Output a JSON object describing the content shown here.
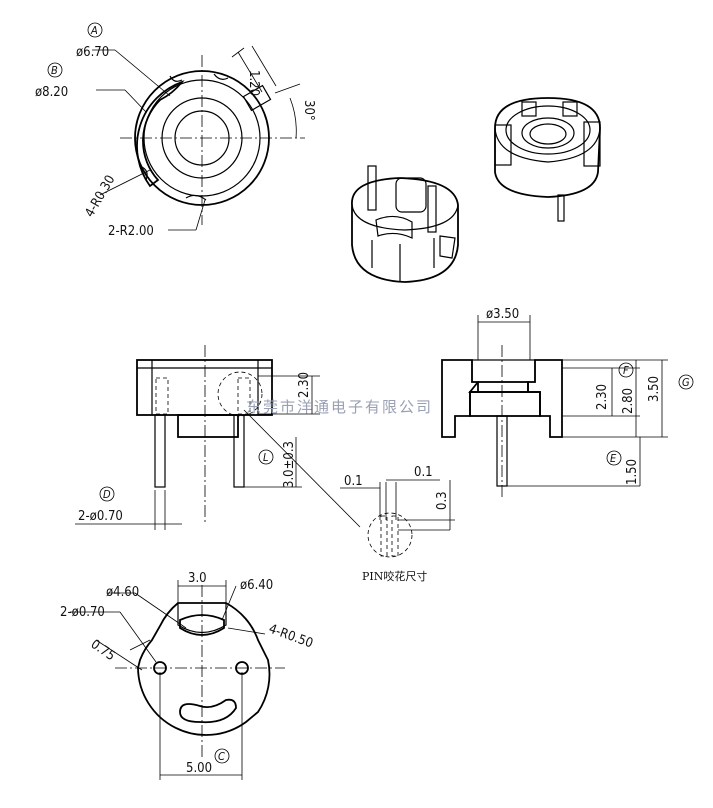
{
  "labels": {
    "A": "A",
    "B": "B",
    "C": "C",
    "D": "D",
    "E": "E",
    "F": "F",
    "G": "G",
    "L": "L"
  },
  "top_view": {
    "dia_inner": "ø6.70",
    "dia_outer": "ø8.20",
    "slot_width": "1.20",
    "slot_angle": "30°",
    "notch_radius": "4-R0.30",
    "groove_radius": "2-R2.00"
  },
  "front_view": {
    "pin_height_small": "2.30",
    "pin_length": "3.0±0.3",
    "pin_dia": "2-ø0.70"
  },
  "section_view": {
    "bore_dia": "ø3.50",
    "h1": "2.30",
    "h2": "2.80",
    "h3": "3.50",
    "pin_len": "1.50"
  },
  "pin_detail": {
    "w1": "0.1",
    "w2": "0.1",
    "d": "0.3",
    "caption": "PIN咬花尺寸"
  },
  "bottom_view": {
    "slot_width": "3.0",
    "dia_a": "ø4.60",
    "dia_b": "ø6.40",
    "pin_dia": "2-ø0.70",
    "offset": "0.75",
    "radius": "4-R0.50",
    "pitch": "5.00"
  },
  "watermark": "东莞市洋通电子有限公司"
}
